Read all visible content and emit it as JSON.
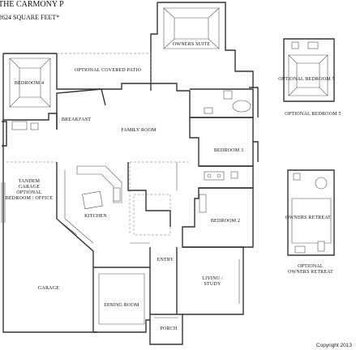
{
  "title": {
    "name": "THE CARMONY P",
    "area": "2624 SQUARE FEET*"
  },
  "rooms": {
    "owners_suite": "OWNERS SUITE",
    "optional_covered_patio": "OPTIONAL COVERED PATIO",
    "bedroom_4": "BEDROOM 4",
    "breakfast": "BREAKFAST",
    "family_room": "FAMILY ROOM",
    "bedroom_3": "BEDROOM 3",
    "tandem_garage": "TANDEM GARAGE OPTIONAL BEDROOM / OFFICE",
    "kitchen": "KITCHEN",
    "bedroom_2": "BEDROOM 2",
    "entry": "ENTRY",
    "living_study": "LIVING / STUDY",
    "garage": "GARAGE",
    "dining_room": "DINING ROOM",
    "porch": "PORCH"
  },
  "options": {
    "optional_bedroom_5": "OPTIONAL BEDROOM 5",
    "optional_bedroom_5_inset": "OPTIONAL BEDROOM 5",
    "optional_owners_retreat": "OPTIONAL OWNERS RETREAT",
    "owners_retreat_inset": "OWNERS RETREAT"
  },
  "copyright": "Copyright 2013"
}
